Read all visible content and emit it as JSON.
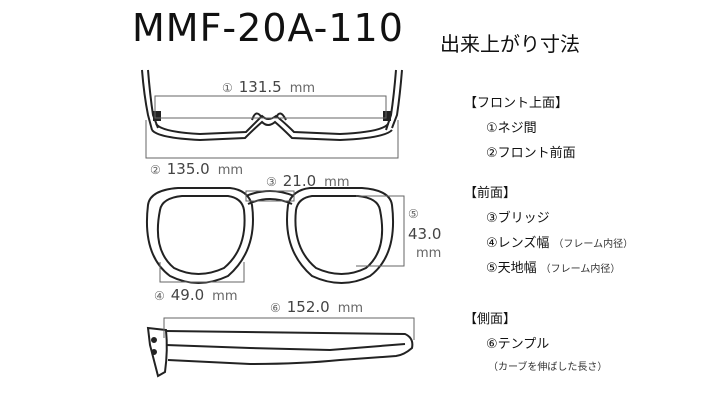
{
  "title": "MMF-20A-110",
  "subtitle": "出来上がり寸法",
  "dimensions": {
    "screw_span": {
      "marker": "①",
      "value": "131.5",
      "unit": "mm"
    },
    "front_width": {
      "marker": "②",
      "value": "135.0",
      "unit": "mm"
    },
    "bridge": {
      "marker": "③",
      "value": "21.0",
      "unit": "mm"
    },
    "lens_height": {
      "marker": "⑤",
      "value": "43.0",
      "unit": "mm"
    },
    "lens_width": {
      "marker": "④",
      "value": "49.0",
      "unit": "mm"
    },
    "temple": {
      "marker": "⑥",
      "value": "152.0",
      "unit": "mm"
    }
  },
  "legend": {
    "front_top": {
      "heading": "【フロント上面】",
      "items": [
        "①ネジ間",
        "②フロント前面"
      ]
    },
    "front": {
      "heading": "【前面】",
      "items": [
        {
          "label": "③ブリッジ",
          "note": ""
        },
        {
          "label": "④レンズ幅",
          "note": "（フレーム内径）"
        },
        {
          "label": "⑤天地幅",
          "note": "（フレーム内径）"
        }
      ]
    },
    "side": {
      "heading": "【側面】",
      "items": [
        "⑥テンプル"
      ],
      "note": "（カーブを伸ばした長さ）"
    }
  }
}
